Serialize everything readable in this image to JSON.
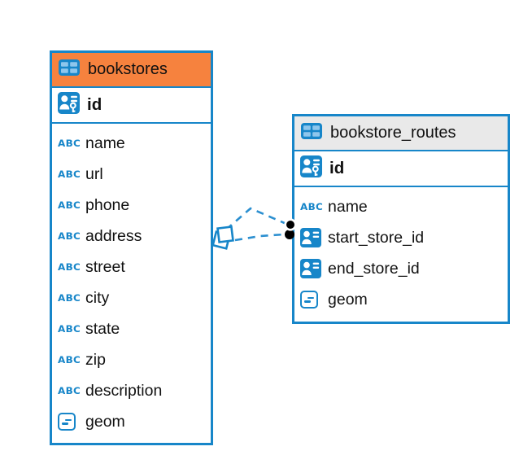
{
  "colors": {
    "accent_blue": "#1786C9",
    "bookstores_header_bg": "#F6823E",
    "routes_header_bg": "#E9E9E9",
    "relationship_line": "#2B8FD0",
    "text": "#111111",
    "background": "#ffffff"
  },
  "icons": {
    "text_type_glyph": "ABC"
  },
  "tables": {
    "bookstores": {
      "title": "bookstores",
      "primary_key": "id",
      "fields": [
        {
          "name": "name",
          "type": "text"
        },
        {
          "name": "url",
          "type": "text"
        },
        {
          "name": "phone",
          "type": "text"
        },
        {
          "name": "address",
          "type": "text"
        },
        {
          "name": "street",
          "type": "text"
        },
        {
          "name": "city",
          "type": "text"
        },
        {
          "name": "state",
          "type": "text"
        },
        {
          "name": "zip",
          "type": "text"
        },
        {
          "name": "description",
          "type": "text"
        },
        {
          "name": "geom",
          "type": "geometry"
        }
      ]
    },
    "routes": {
      "title": "bookstore_routes",
      "primary_key": "id",
      "fields": [
        {
          "name": "name",
          "type": "text"
        },
        {
          "name": "start_store_id",
          "type": "reference"
        },
        {
          "name": "end_store_id",
          "type": "reference"
        },
        {
          "name": "geom",
          "type": "geometry"
        }
      ]
    }
  },
  "relationship": {
    "from_table": "bookstores",
    "to_table": "bookstore_routes",
    "line_style": "dashed",
    "line_count": 2,
    "source_marker": "stacked-squares",
    "target_marker": "stacked-dots"
  }
}
